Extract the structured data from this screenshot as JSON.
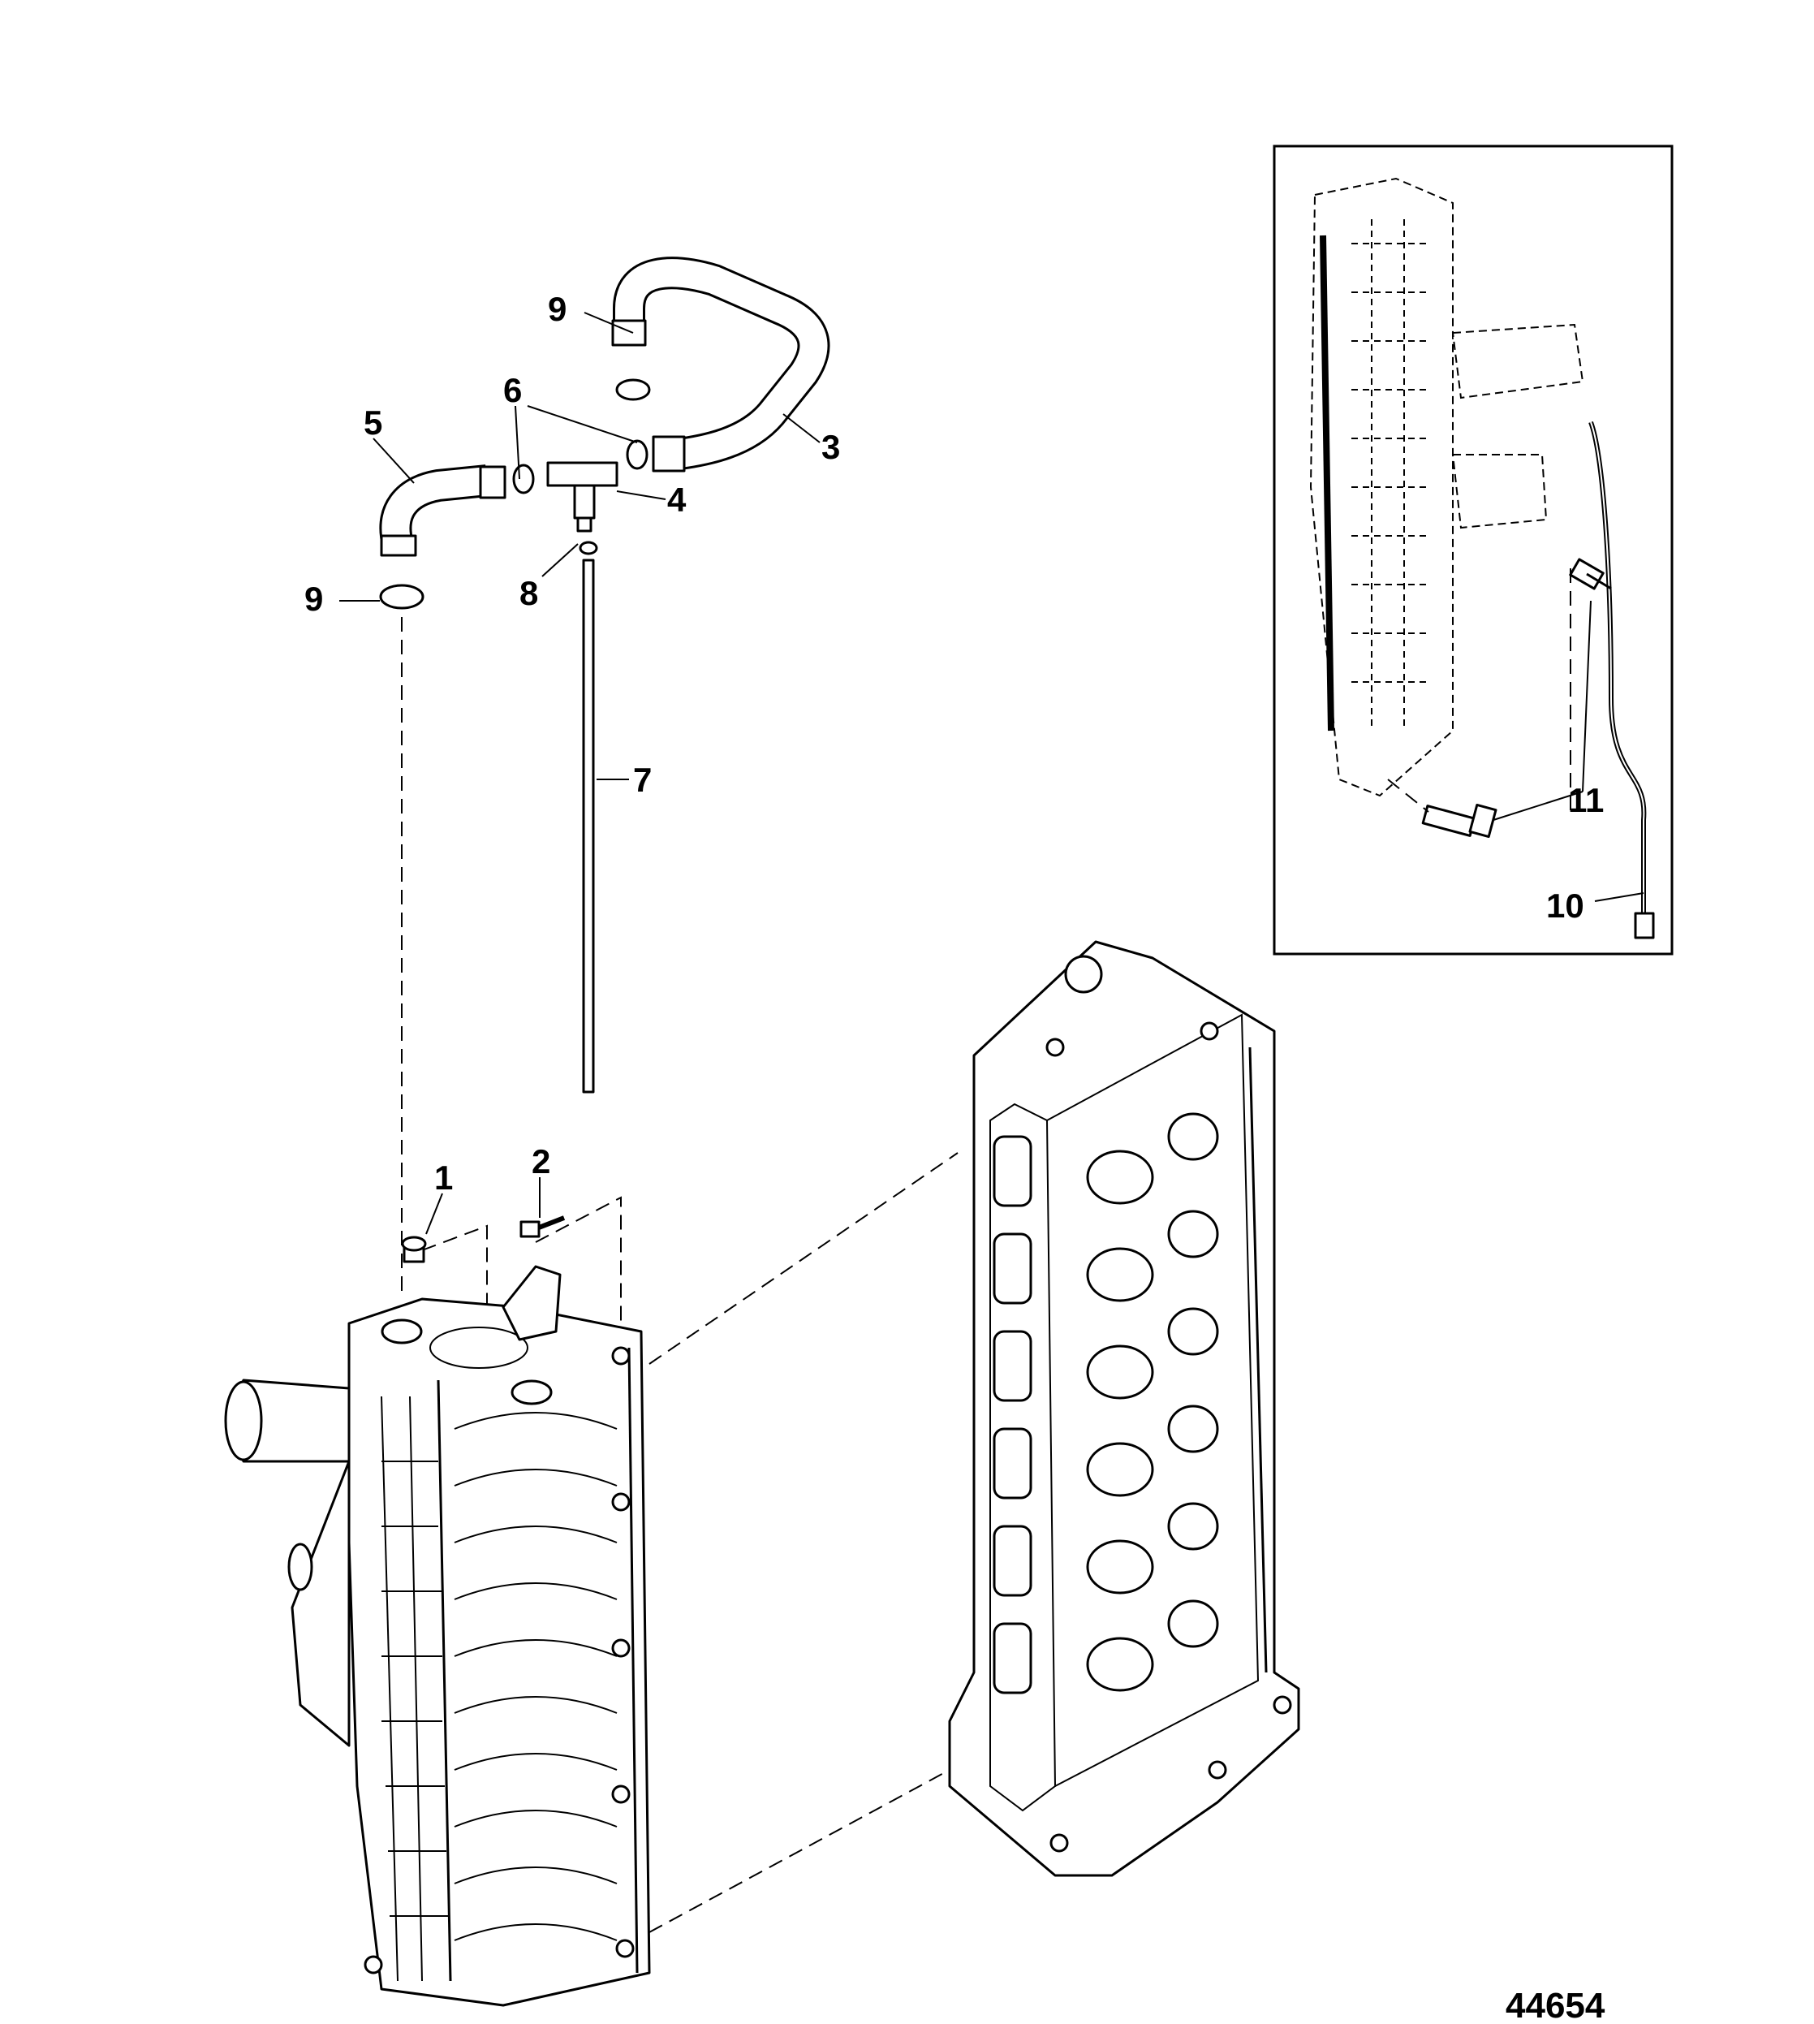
{
  "figure_number": "44654",
  "callouts": [
    {
      "id": "1",
      "label": "1"
    },
    {
      "id": "2",
      "label": "2"
    },
    {
      "id": "3",
      "label": "3"
    },
    {
      "id": "4",
      "label": "4"
    },
    {
      "id": "5",
      "label": "5"
    },
    {
      "id": "6",
      "label": "6"
    },
    {
      "id": "7",
      "label": "7"
    },
    {
      "id": "8",
      "label": "8"
    },
    {
      "id": "9a",
      "label": "9"
    },
    {
      "id": "9b",
      "label": "9"
    },
    {
      "id": "10",
      "label": "10"
    },
    {
      "id": "11",
      "label": "11"
    }
  ],
  "colors": {
    "line": "#000000",
    "background": "#ffffff"
  }
}
